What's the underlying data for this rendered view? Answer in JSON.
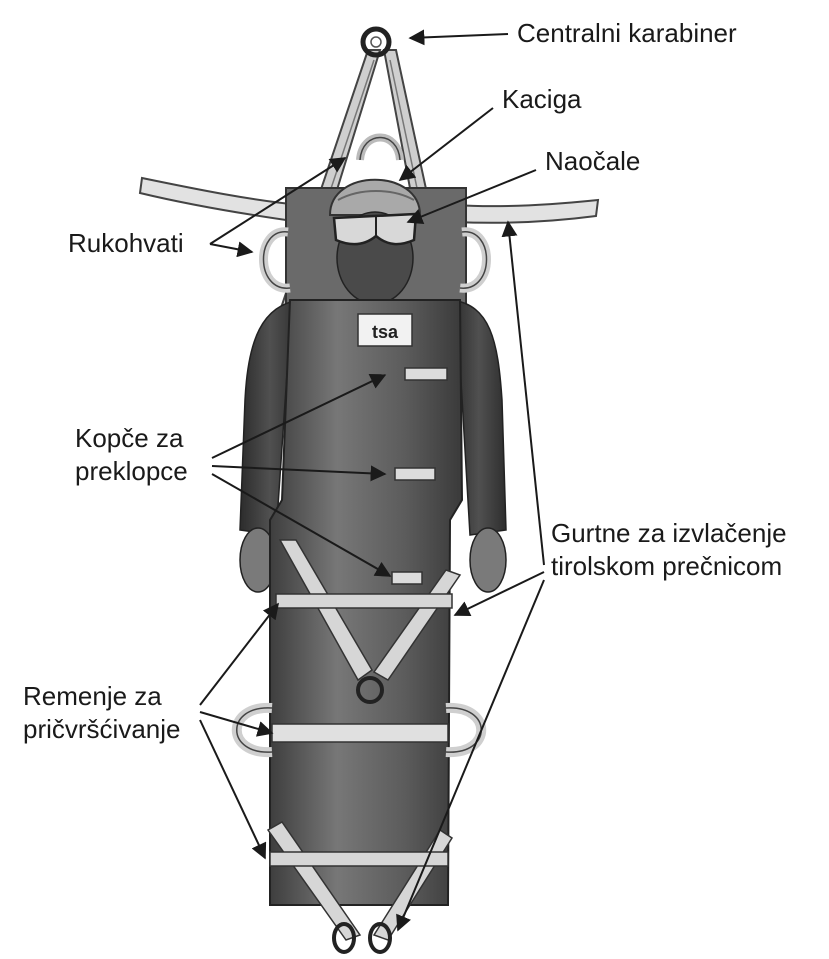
{
  "labels": {
    "central_carabiner": "Centralni karabiner",
    "helmet": "Kaciga",
    "goggles": "Naočale",
    "handles": "Rukohvati",
    "buckles_line1": "Kopče za",
    "buckles_line2": "preklopce",
    "extraction_straps_line1": "Gurtne za izvlačenje",
    "extraction_straps_line2": "tirolskom prečnicom",
    "fastening_straps_line1": "Remenje za",
    "fastening_straps_line2": "pričvršćivanje"
  },
  "logo_text": "tsa",
  "colors": {
    "ink": "#1a1a1a",
    "bag_dark": "#5a5a5a",
    "strap_light": "#d8d8d8"
  }
}
